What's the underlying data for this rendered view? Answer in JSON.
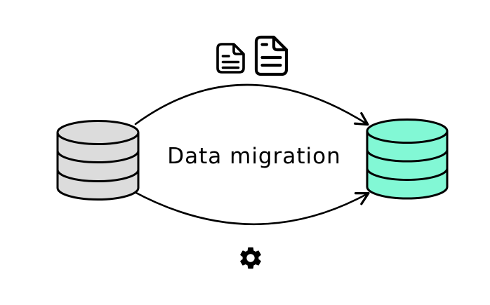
{
  "diagram": {
    "title": "Data migration",
    "background": "#ffffff",
    "stroke_color": "#000000",
    "text_color": "#000000",
    "icon_color": "#000000",
    "source_database": {
      "shape": "database-cylinder",
      "fill": "#dcdcdc"
    },
    "target_database": {
      "shape": "database-cylinder",
      "fill": "#82f8d5"
    },
    "icons": {
      "top": [
        "file-document-icon",
        "file-document-icon"
      ],
      "bottom": "gear-icon"
    },
    "arrows": [
      {
        "from": "source-database",
        "to": "target-database",
        "position": "top",
        "style": "curved"
      },
      {
        "from": "source-database",
        "to": "target-database",
        "position": "bottom",
        "style": "curved"
      }
    ]
  }
}
